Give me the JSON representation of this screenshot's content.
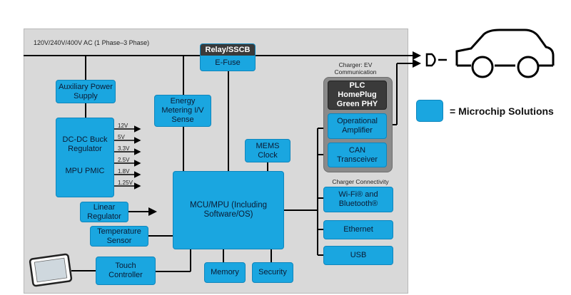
{
  "supply_label": "120V/240V/400V AC (1 Phase–3 Phase)",
  "relay_label": "Relay/SSCB",
  "efuse_label": "E-Fuse",
  "aux_power": "Auxiliary Power Supply",
  "dcdc_regulator": "DC-DC Buck Regulator",
  "mpu_pmic": "MPU PMIC",
  "voltages": [
    "12V",
    "5V",
    "3.3V",
    "2.5V",
    "1.8V",
    "1.25V"
  ],
  "energy_metering": "Energy Metering I/V Sense",
  "mems_clock": "MEMS Clock",
  "mcu": "MCU/MPU (Including Software/OS)",
  "linear_regulator": "Linear Regulator",
  "temp_sensor": "Temperature Sensor",
  "touch_controller": "Touch Controller",
  "memory": "Memory",
  "security": "Security",
  "charger_ev_title": "Charger: EV Communication",
  "plc": "PLC HomePlug Green PHY",
  "op_amp": "Operational Amplifier",
  "can": "CAN Transceiver",
  "charger_conn_title": "Charger Connectivity",
  "wifi": "Wi-Fi® and Bluetooth®",
  "ethernet": "Ethernet",
  "usb": "USB",
  "legend_label": "= Microchip Solutions",
  "colors": {
    "microchip_blue": "#1aa6e0",
    "panel_gray": "#d9d9d9"
  }
}
